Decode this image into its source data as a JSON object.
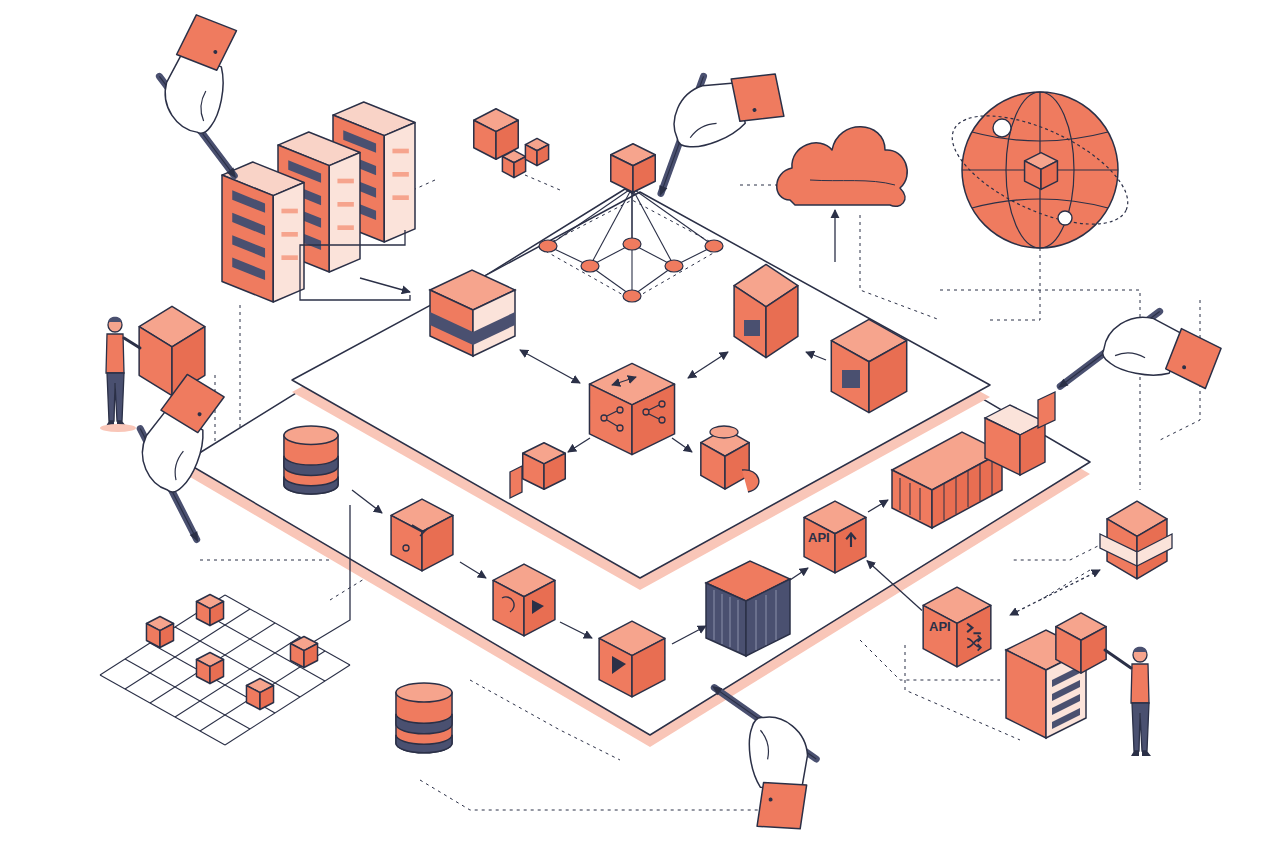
{
  "diagram": {
    "nodes": [
      {
        "text": [
          "API"
        ]
      },
      {
        "text": [
          "API"
        ]
      }
    ],
    "edges": [
      {
        "from": 1,
        "to": 0,
        "arrow": "to"
      }
    ]
  }
}
